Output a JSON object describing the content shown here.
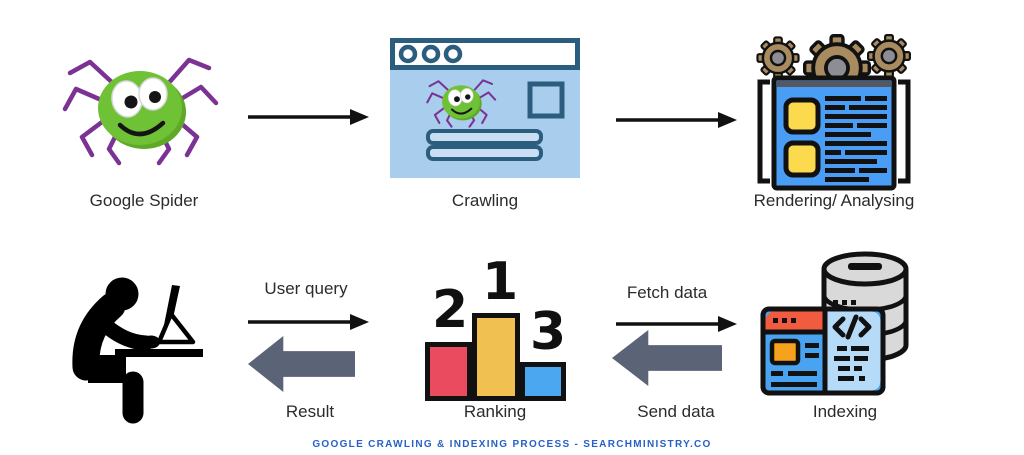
{
  "nodes": {
    "spider": {
      "label": "Google Spider"
    },
    "crawling": {
      "label": "Crawling"
    },
    "rendering": {
      "label": "Rendering/ Analysing"
    },
    "ranking": {
      "label": "Ranking",
      "place_first": "1",
      "place_second": "2",
      "place_third": "3"
    },
    "indexing": {
      "label": "Indexing"
    }
  },
  "edges": {
    "user_query": "User query",
    "result": "Result",
    "fetch_data": "Fetch data",
    "send_data": "Send data"
  },
  "footer": {
    "caption": "GOOGLE CRAWLING & INDEXING PROCESS - SEARCHMINISTRY.CO"
  },
  "colors": {
    "spider_green": "#6fc135",
    "spider_purple": "#7b3294",
    "browser_border": "#2b5e7e",
    "browser_fill": "#a9cdec",
    "doc_blue": "#4a9df5",
    "doc_yellow": "#fbdb4d",
    "gear_brown": "#a98b60",
    "gear_center_gray": "#8d8d95",
    "rank_red": "#ea4b5f",
    "rank_yellow": "#f0c150",
    "rank_blue": "#4ba7f0",
    "block_arrow_slate": "#5b6377",
    "index_topbar_red": "#f15b40",
    "index_panel_blue": "#4aa3f0",
    "index_panel_lightblue": "#b6dbf8",
    "index_orange": "#f7a21c",
    "database_gray": "#d9d9d9",
    "footer_blue": "#2761c8"
  }
}
